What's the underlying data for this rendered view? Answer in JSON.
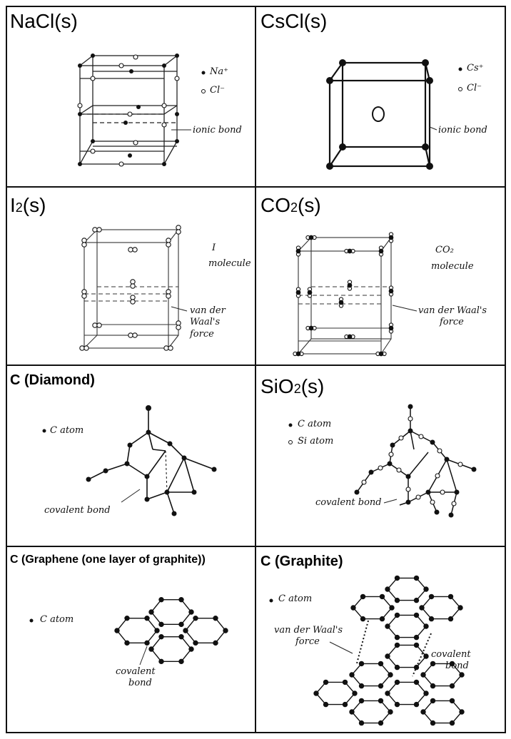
{
  "panels": {
    "nacl": {
      "title": "NaCl(s)",
      "legend_a": "Na⁺",
      "legend_b": "Cl⁻",
      "bond": "ionic bond"
    },
    "cscl": {
      "title": "CsCl(s)",
      "legend_a": "Cs⁺",
      "legend_b": "Cl⁻",
      "bond": "ionic bond"
    },
    "i2": {
      "title_main": "I",
      "title_sub": "2",
      "title_end": "(s)",
      "legend_1": "I",
      "legend_2": "molecule",
      "force_1": "van der",
      "force_2": "Waal's",
      "force_3": "force"
    },
    "co2": {
      "title_main": "CO",
      "title_sub": "2",
      "title_end": "(s)",
      "legend_1": "CO₂",
      "legend_2": "molecule",
      "force_1": "van der Waal's",
      "force_2": "force"
    },
    "diamond": {
      "title": "C (Diamond)",
      "legend": "C atom",
      "bond": "covalent bond"
    },
    "sio2": {
      "title_main": "SiO",
      "title_sub": "2",
      "title_end": "(s)",
      "legend_a": "C atom",
      "legend_b": "Si atom",
      "bond": "covalent bond"
    },
    "graphene": {
      "title": "C (Graphene (one layer of graphite))",
      "legend": "C atom",
      "bond_1": "covalent",
      "bond_2": "bond"
    },
    "graphite": {
      "title": "C (Graphite)",
      "legend": "C atom",
      "force_1": "van der Waal's",
      "force_2": "force",
      "bond_1": "covalent",
      "bond_2": "bond"
    }
  }
}
